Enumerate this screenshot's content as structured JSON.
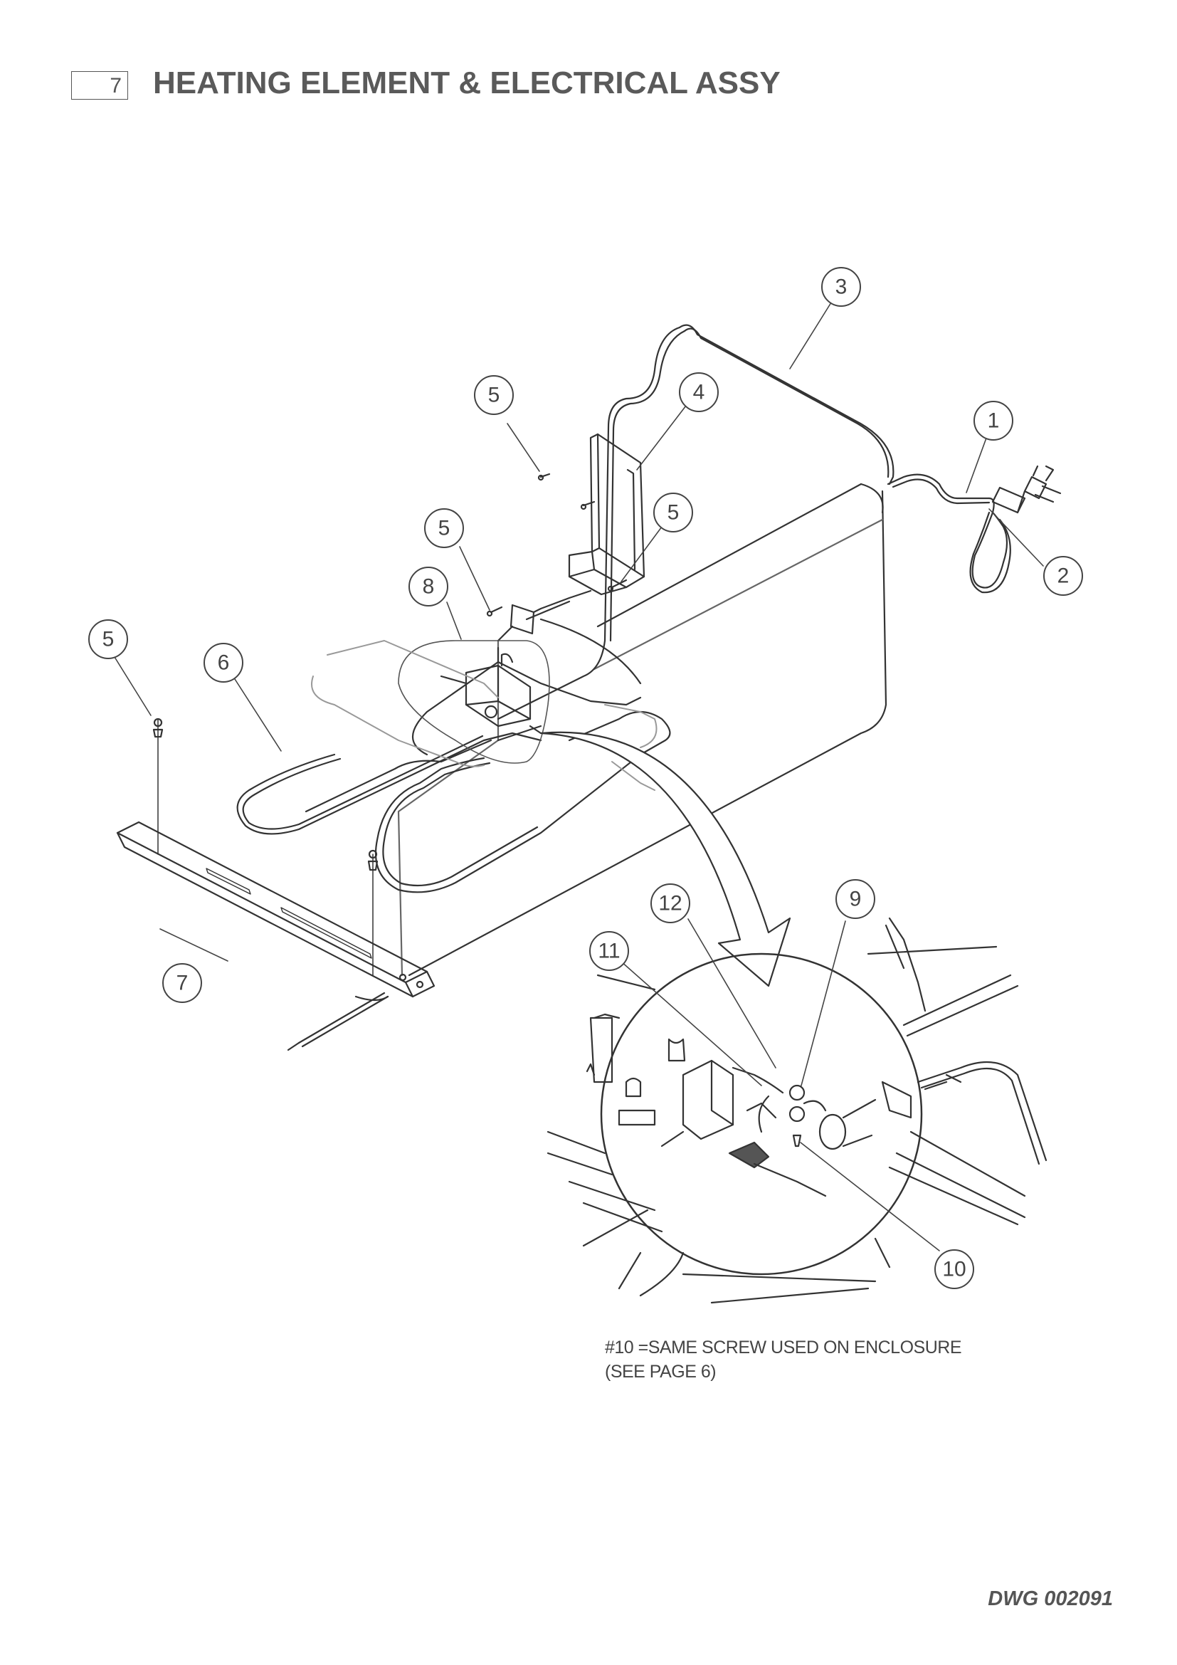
{
  "header": {
    "page_number": "7",
    "title": "HEATING ELEMENT & ELECTRICAL ASSY"
  },
  "callouts": {
    "c1": "1",
    "c2": "2",
    "c3": "3",
    "c4": "4",
    "c5a": "5",
    "c5b": "5",
    "c5c": "5",
    "c5d": "5",
    "c6": "6",
    "c7": "7",
    "c8": "8",
    "c9": "9",
    "c10": "10",
    "c11": "11",
    "c12": "12"
  },
  "note": {
    "line1": "#10 =SAME SCREW USED ON ENCLOSURE",
    "line2": "(SEE PAGE 6)"
  },
  "footer": {
    "drawing_number": "DWG 002091"
  }
}
